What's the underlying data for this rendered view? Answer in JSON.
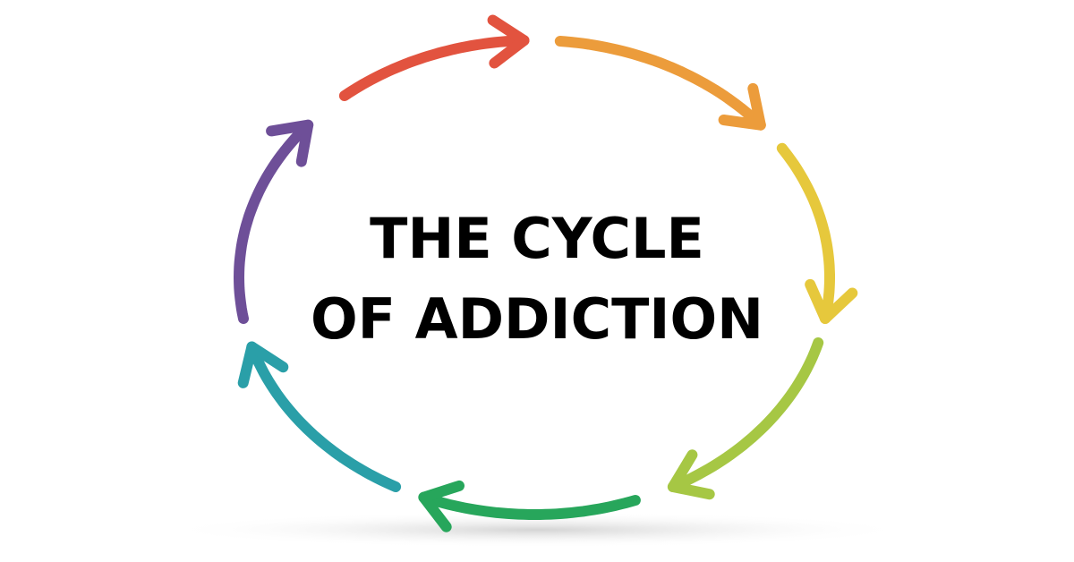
{
  "title": {
    "line1": "THE CYCLE",
    "line2": "OF ADDICTION"
  },
  "arrows": [
    {
      "name": "red",
      "color": "#e2533f"
    },
    {
      "name": "orange",
      "color": "#ec9c3b"
    },
    {
      "name": "yellow",
      "color": "#e6c83c"
    },
    {
      "name": "lime",
      "color": "#a6c744"
    },
    {
      "name": "green",
      "color": "#27a65b"
    },
    {
      "name": "teal",
      "color": "#2a9fa8"
    },
    {
      "name": "purple",
      "color": "#6e4f98"
    }
  ],
  "shadow_color": "#d9d9d9"
}
